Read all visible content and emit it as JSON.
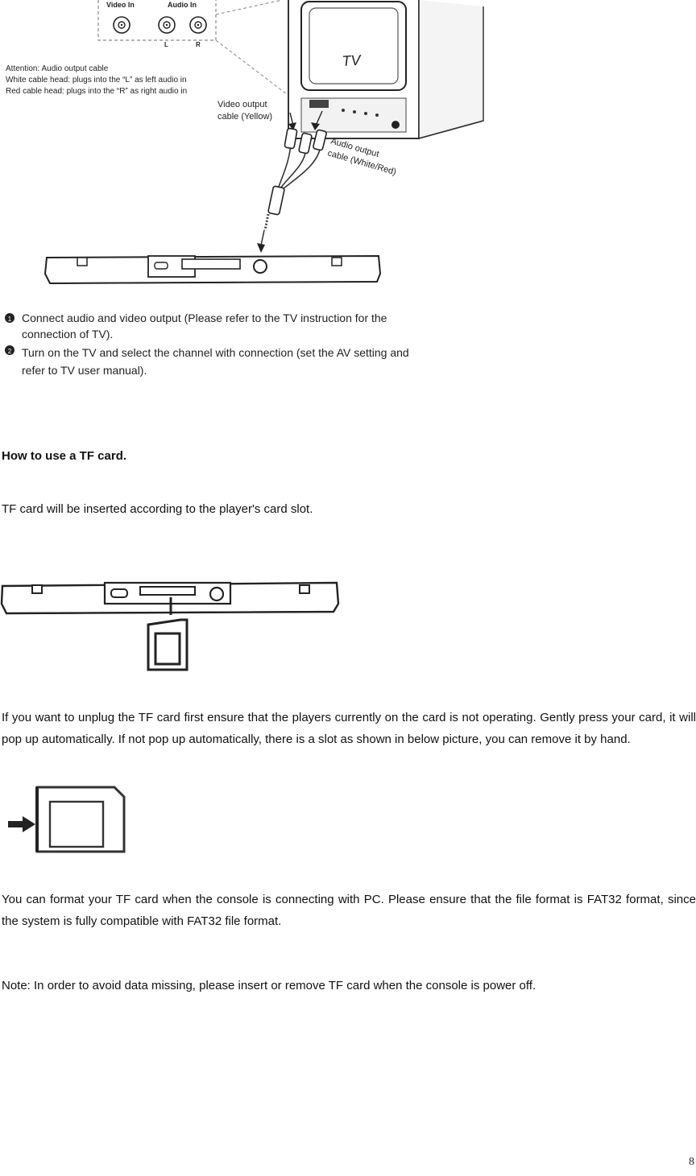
{
  "diagram_tv": {
    "jack_labels": [
      "Video In",
      "Audio In"
    ],
    "jack_sublabels": [
      "L",
      "R"
    ],
    "attention_lines": [
      "Attention: Audio output cable",
      "White cable head: plugs into the “L” as left audio in",
      "Red cable head: plugs into the “R” as right audio in"
    ],
    "tv_label": "TV",
    "video_cable_lines": [
      "Video output",
      "cable (Yellow)"
    ],
    "audio_cable_lines": [
      "Audio output",
      "cable (White/Red)"
    ],
    "steps": [
      {
        "number": "1",
        "lines": [
          "Connect audio and video output (Please refer to the TV instruction for the",
          "connection of TV)."
        ]
      },
      {
        "number": "2",
        "lines": [
          "Turn on the TV and select the channel with connection (set the AV setting and",
          "refer to TV user manual)."
        ]
      }
    ]
  },
  "section": {
    "heading": "How to use a TF card.",
    "intro": "TF card will be inserted according to the player's card slot.",
    "unplug_text": "If you want to unplug the TF card first ensure that the players currently on the card is not operating. Gently press your card, it will pop up automatically. If not pop up automatically, there is a slot as shown in below picture, you can remove it by hand.",
    "format_text": "You can format your TF card when the console is connecting with PC. Please ensure that the file format is FAT32 format, since the system is fully compatible with FAT32 file format.",
    "note_text": "Note: In order to avoid data missing, please insert or remove TF card when the console is power off."
  },
  "page_number": "8"
}
